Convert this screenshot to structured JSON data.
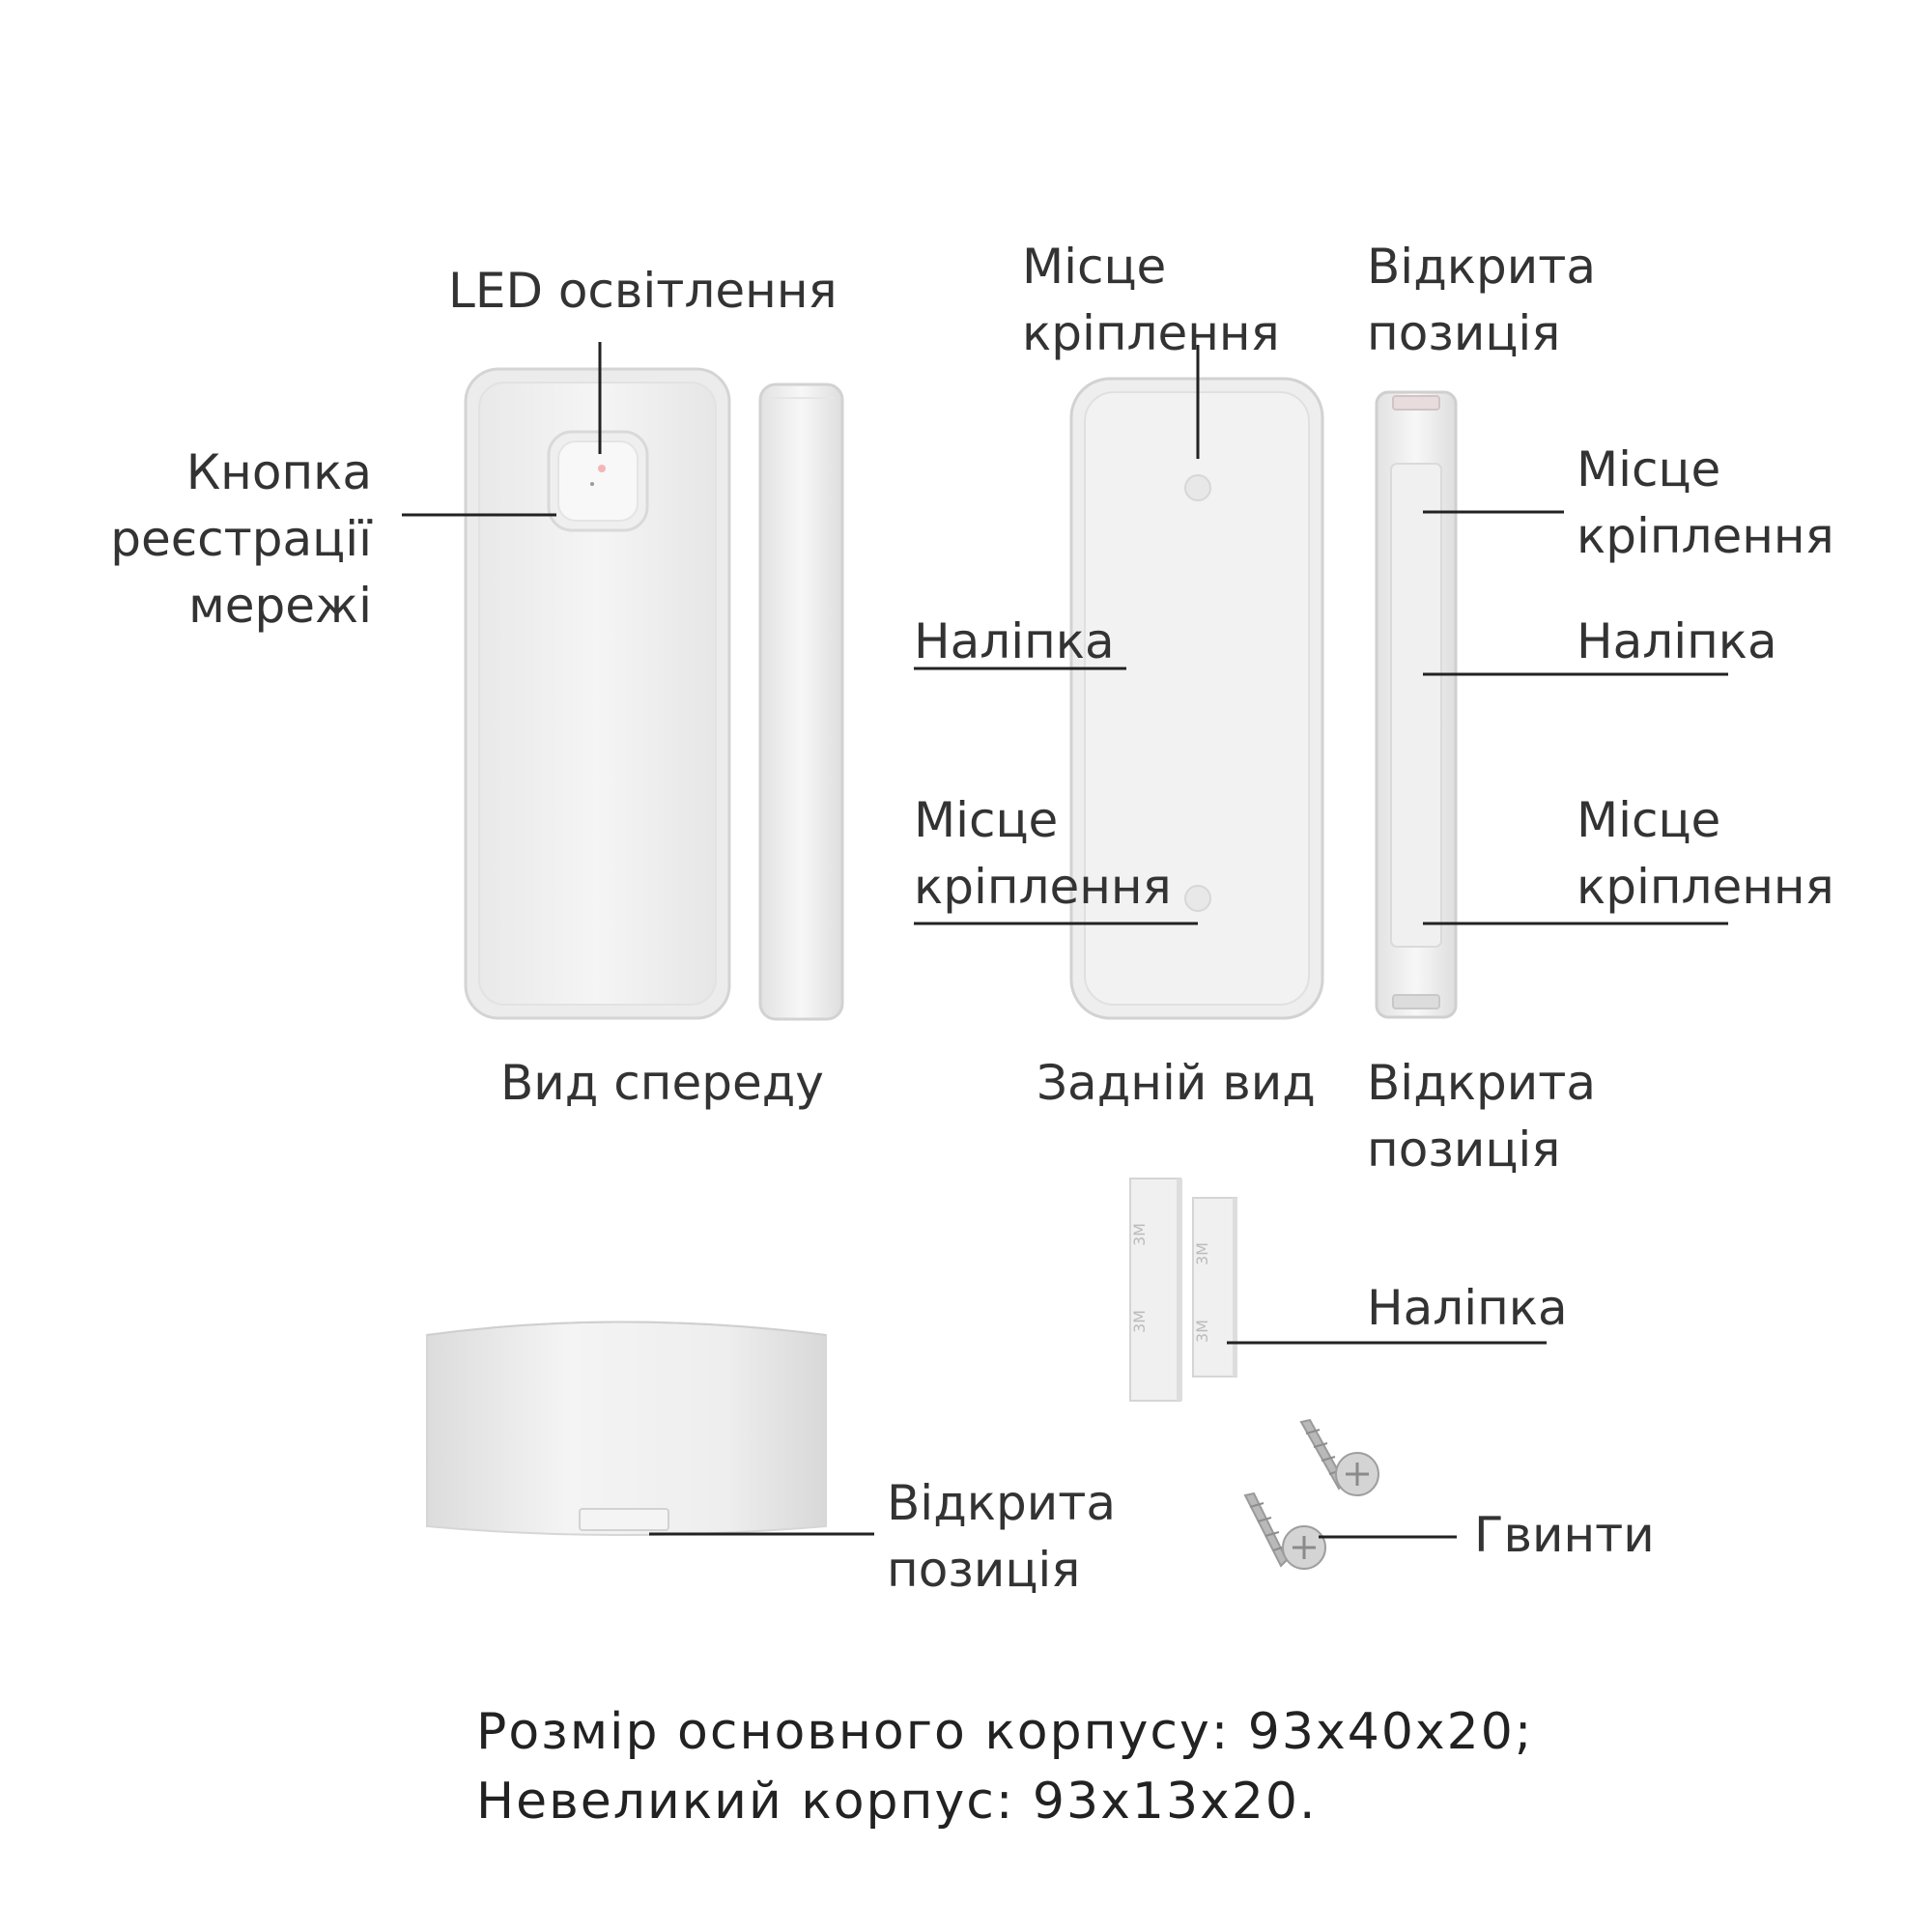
{
  "labels": {
    "led": "LED освітлення",
    "button": [
      "Кнопка",
      "реєстрації",
      "мережі"
    ],
    "front_view": "Вид спереду",
    "mount_top": [
      "Місце",
      "кріплення"
    ],
    "open_pos_top": [
      "Відкрита",
      "позиція"
    ],
    "sticker_left": "Наліпка",
    "mount_left_bottom": [
      "Місце",
      "кріплення"
    ],
    "mount_right_top": [
      "Місце",
      "кріплення"
    ],
    "sticker_right": "Наліпка",
    "mount_right_bottom": [
      "Місце",
      "кріплення"
    ],
    "back_view": "Задній вид",
    "open_pos_mid": [
      "Відкрита",
      "позиція"
    ],
    "sticker_bottom": "Наліпка",
    "open_pos_bottom": [
      "Відкрита",
      "позиція"
    ],
    "screws": "Гвинти"
  },
  "sticker_print": "3M",
  "spec": [
    "Розмір основного корпусу: 93x40x20;",
    "Невеликий корпус: 93x13x20."
  ],
  "colors": {
    "device_fill": "#f2f2f2",
    "device_edge": "#d6d6d6",
    "leader_line": "#222222",
    "text": "#333333"
  }
}
